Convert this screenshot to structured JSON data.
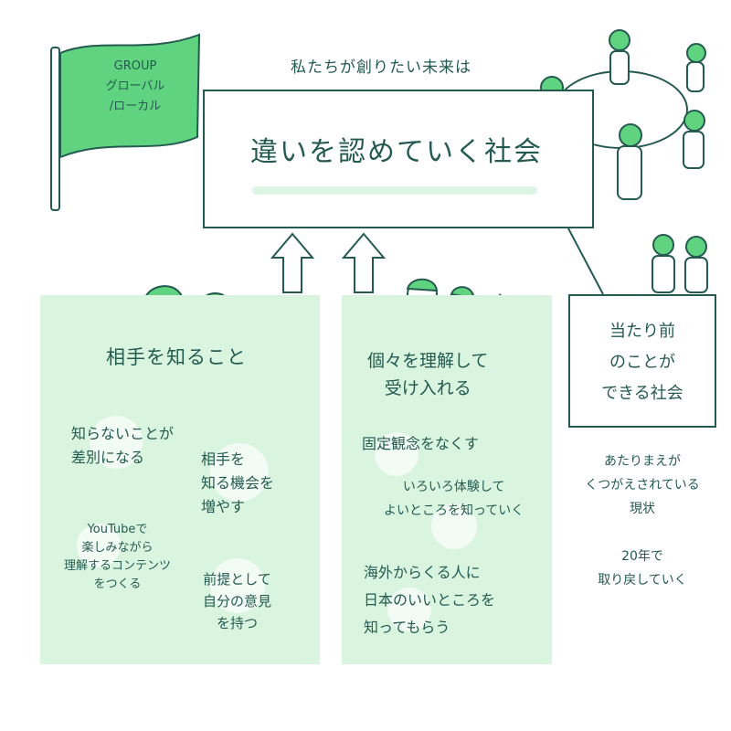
{
  "colors": {
    "ink": "#245a50",
    "green": "#5fd37f",
    "panel": "#d9f5e0",
    "highlight": "#e4f7e9"
  },
  "flag": {
    "text": "GROUP\nグローバル\n/ローカル"
  },
  "future": {
    "caption": "私たちが創りたい未来は",
    "title": "違いを認めていく社会"
  },
  "left_panel": {
    "heading": "相手を知ること",
    "notes": [
      "知らないことが\n差別になる",
      "相手を\n知る機会を\n増やす",
      "YouTubeで\n楽しみながら\n理解するコンテンツ\nをつくる",
      "前提として\n自分の意見\nを持つ"
    ]
  },
  "middle_panel": {
    "heading": "個々を理解して\n受け入れる",
    "notes": [
      "固定観念をなくす",
      "いろいろ体験して\nよいところを知っていく",
      "海外からくる人に\n日本のいいところを\n知ってもらう"
    ]
  },
  "right_box": {
    "text": "当たり前\nのことが\nできる社会"
  },
  "right_notes": [
    "あたりまえが\nくつがえされている\n現状",
    "20年で\n取り戻していく"
  ],
  "icons": [
    "flag-icon",
    "people-circle-icon",
    "two-people-icon",
    "talking-people-icon",
    "hugging-people-icon",
    "up-arrow-icon"
  ]
}
